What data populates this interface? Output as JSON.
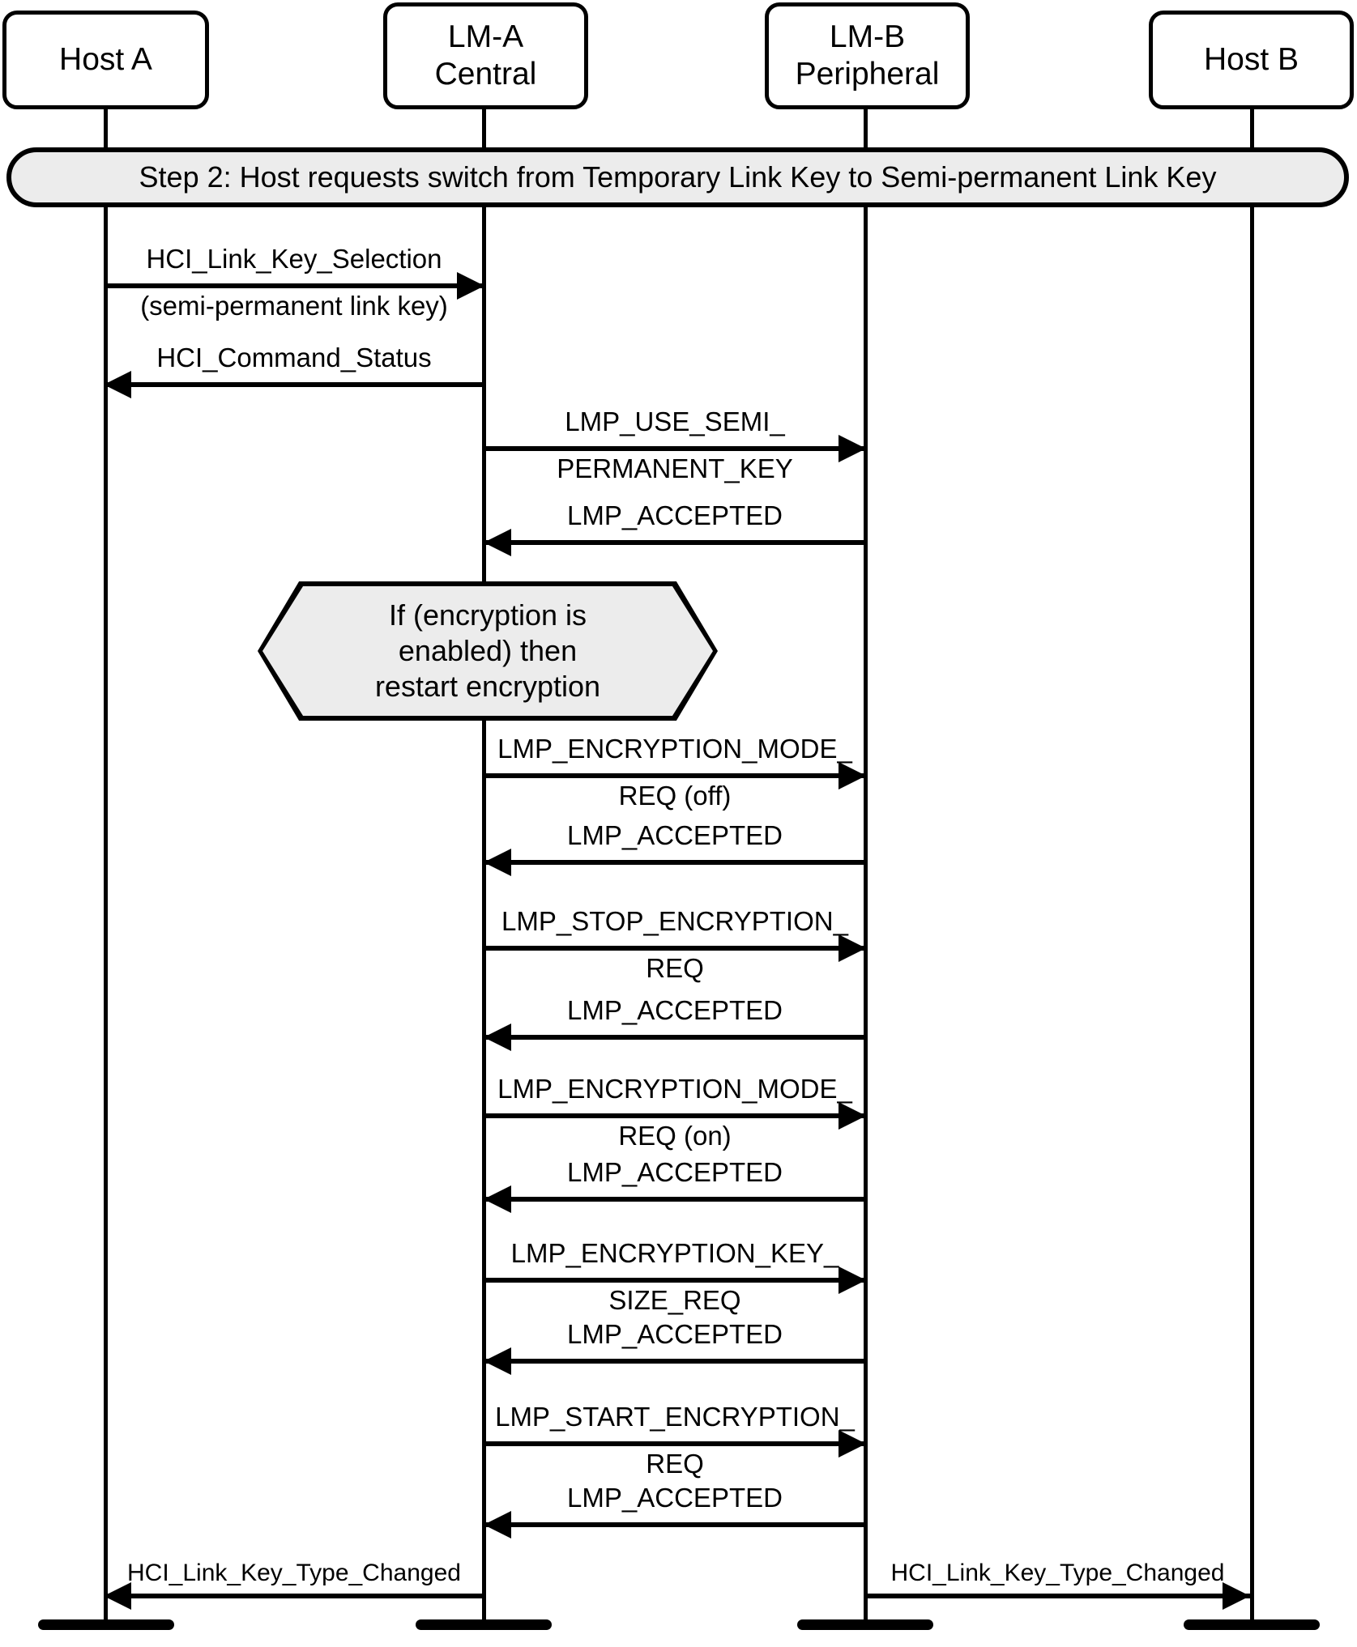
{
  "diagram": {
    "title": "Step 2:  Host requests switch from Temporary Link Key to Semi-permanent Link Key",
    "type": "sequence-diagram",
    "accent_fill": "#ececec",
    "line_color": "#000000"
  },
  "actors": [
    {
      "id": "host-a",
      "line1": "Host A",
      "line2": ""
    },
    {
      "id": "lm-a",
      "line1": "LM-A",
      "line2": "Central"
    },
    {
      "id": "lm-b",
      "line1": "LM-B",
      "line2": "Peripheral"
    },
    {
      "id": "host-b",
      "line1": "Host B",
      "line2": ""
    }
  ],
  "condition": {
    "line1": "If (encryption is",
    "line2": "enabled) then",
    "line3": "restart encryption"
  },
  "messages": [
    {
      "id": "m1",
      "from": "host-a",
      "to": "lm-a",
      "dir": "right",
      "line1": "HCI_Link_Key_Selection",
      "line2": "(semi-permanent link key)"
    },
    {
      "id": "m2",
      "from": "lm-a",
      "to": "host-a",
      "dir": "left",
      "line1": "HCI_Command_Status",
      "line2": ""
    },
    {
      "id": "m3",
      "from": "lm-a",
      "to": "lm-b",
      "dir": "right",
      "line1": "LMP_USE_SEMI_",
      "line2": "PERMANENT_KEY"
    },
    {
      "id": "m4",
      "from": "lm-b",
      "to": "lm-a",
      "dir": "left",
      "line1": "LMP_ACCEPTED",
      "line2": ""
    },
    {
      "id": "m5",
      "from": "lm-a",
      "to": "lm-b",
      "dir": "right",
      "line1": "LMP_ENCRYPTION_MODE_",
      "line2": "REQ (off)"
    },
    {
      "id": "m6",
      "from": "lm-b",
      "to": "lm-a",
      "dir": "left",
      "line1": "LMP_ACCEPTED",
      "line2": ""
    },
    {
      "id": "m7",
      "from": "lm-a",
      "to": "lm-b",
      "dir": "right",
      "line1": "LMP_STOP_ENCRYPTION_",
      "line2": "REQ"
    },
    {
      "id": "m8",
      "from": "lm-b",
      "to": "lm-a",
      "dir": "left",
      "line1": "LMP_ACCEPTED",
      "line2": ""
    },
    {
      "id": "m9",
      "from": "lm-a",
      "to": "lm-b",
      "dir": "right",
      "line1": "LMP_ENCRYPTION_MODE_",
      "line2": "REQ (on)"
    },
    {
      "id": "m10",
      "from": "lm-b",
      "to": "lm-a",
      "dir": "left",
      "line1": "LMP_ACCEPTED",
      "line2": ""
    },
    {
      "id": "m11",
      "from": "lm-a",
      "to": "lm-b",
      "dir": "right",
      "line1": "LMP_ENCRYPTION_KEY_",
      "line2": "SIZE_REQ"
    },
    {
      "id": "m12",
      "from": "lm-b",
      "to": "lm-a",
      "dir": "left",
      "line1": "LMP_ACCEPTED",
      "line2": ""
    },
    {
      "id": "m13",
      "from": "lm-a",
      "to": "lm-b",
      "dir": "right",
      "line1": "LMP_START_ENCRYPTION_",
      "line2": "REQ"
    },
    {
      "id": "m14",
      "from": "lm-b",
      "to": "lm-a",
      "dir": "left",
      "line1": "LMP_ACCEPTED",
      "line2": ""
    },
    {
      "id": "m15",
      "from": "lm-a",
      "to": "host-a",
      "dir": "left",
      "line1": "HCI_Link_Key_Type_Changed",
      "line2": ""
    },
    {
      "id": "m16",
      "from": "lm-b",
      "to": "host-b",
      "dir": "right",
      "line1": "HCI_Link_Key_Type_Changed",
      "line2": ""
    }
  ]
}
